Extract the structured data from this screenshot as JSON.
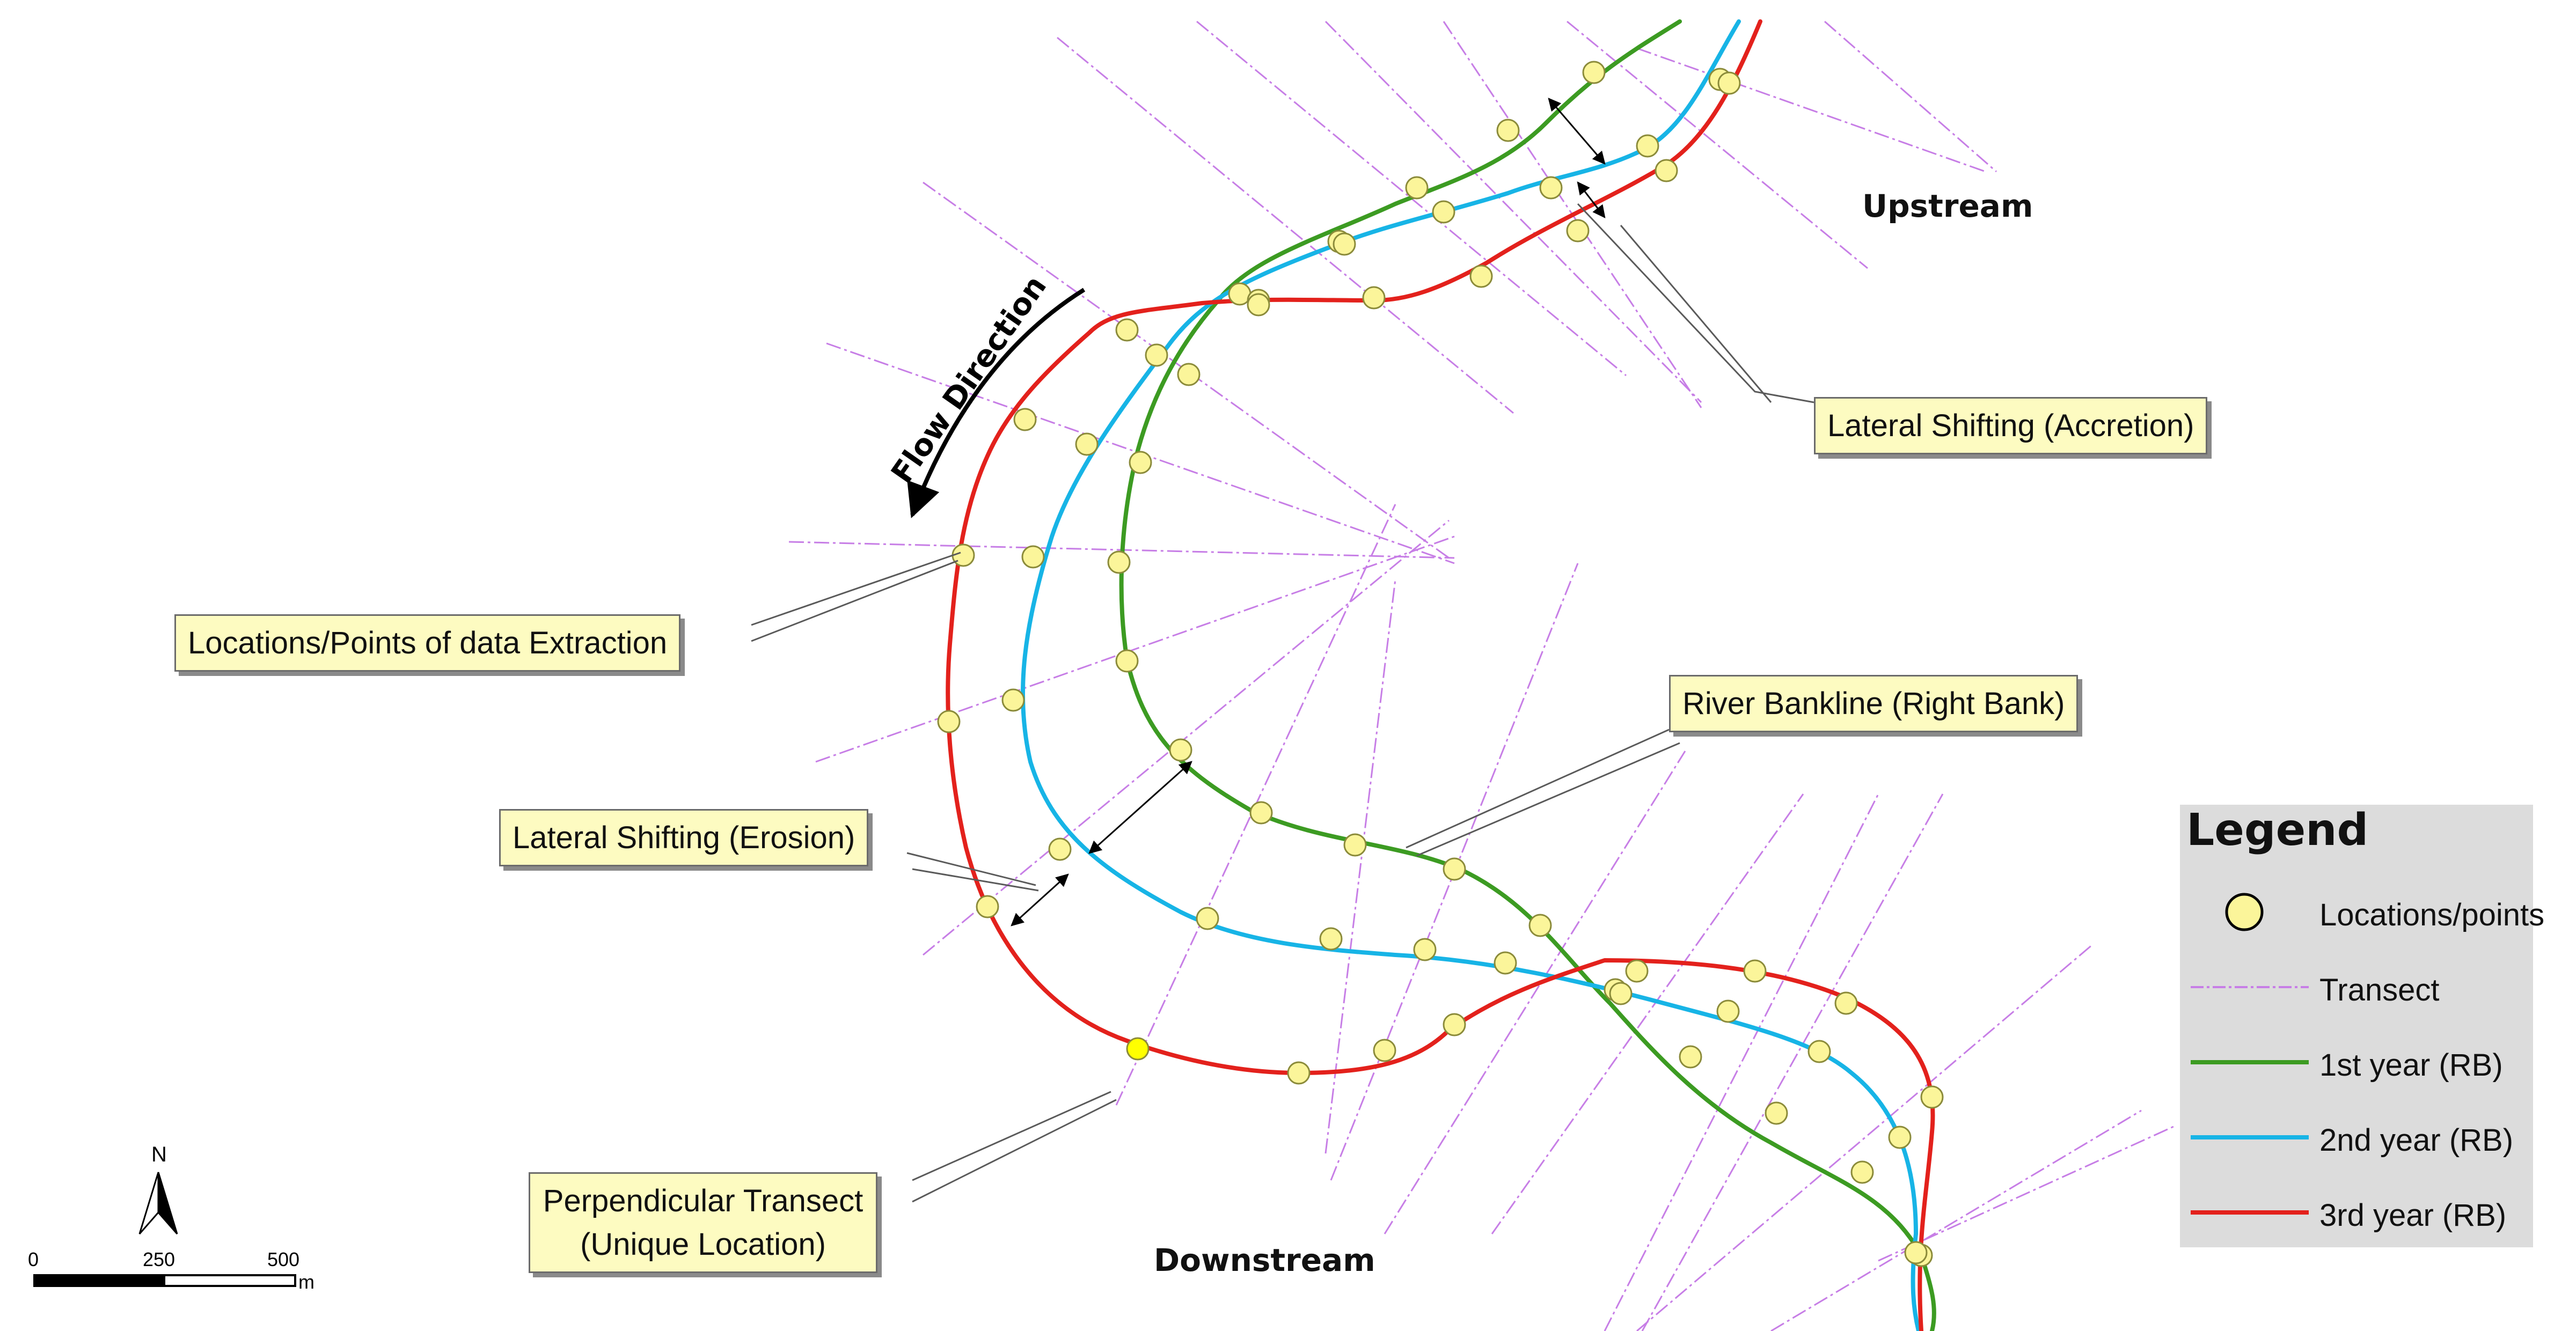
{
  "map": {
    "upstream_label": "Upstream",
    "downstream_label": "Downstream",
    "flow_direction_label": "Flow Direction"
  },
  "callouts": {
    "accretion": "Lateral Shifting (Accretion)",
    "extraction": "Locations/Points of data Extraction",
    "bankline": "River Bankline (Right Bank)",
    "erosion": "Lateral Shifting (Erosion)",
    "transect_line1": "Perpendicular Transect",
    "transect_line2": "(Unique Location)"
  },
  "legend": {
    "title": "Legend",
    "items": [
      {
        "label": "Locations/points",
        "symbol": "point-marker"
      },
      {
        "label": "Transect",
        "symbol": "dashed-line"
      },
      {
        "label": "1st year (RB)",
        "symbol": "line",
        "color": "#3c9b22"
      },
      {
        "label": "2nd year (RB)",
        "symbol": "line",
        "color": "#17b4e6"
      },
      {
        "label": "3rd year (RB)",
        "symbol": "line",
        "color": "#e3211c"
      }
    ]
  },
  "north_arrow": {
    "label": "N"
  },
  "scale": {
    "ticks": [
      "0",
      "250",
      "500"
    ],
    "unit": "m"
  },
  "colors": {
    "year1": "#3c9b22",
    "year2": "#17b4e6",
    "year3": "#e3211c",
    "transect": "#c77ee6",
    "point_fill": "#fbf59a",
    "point_stroke": "#8b8b3a"
  }
}
